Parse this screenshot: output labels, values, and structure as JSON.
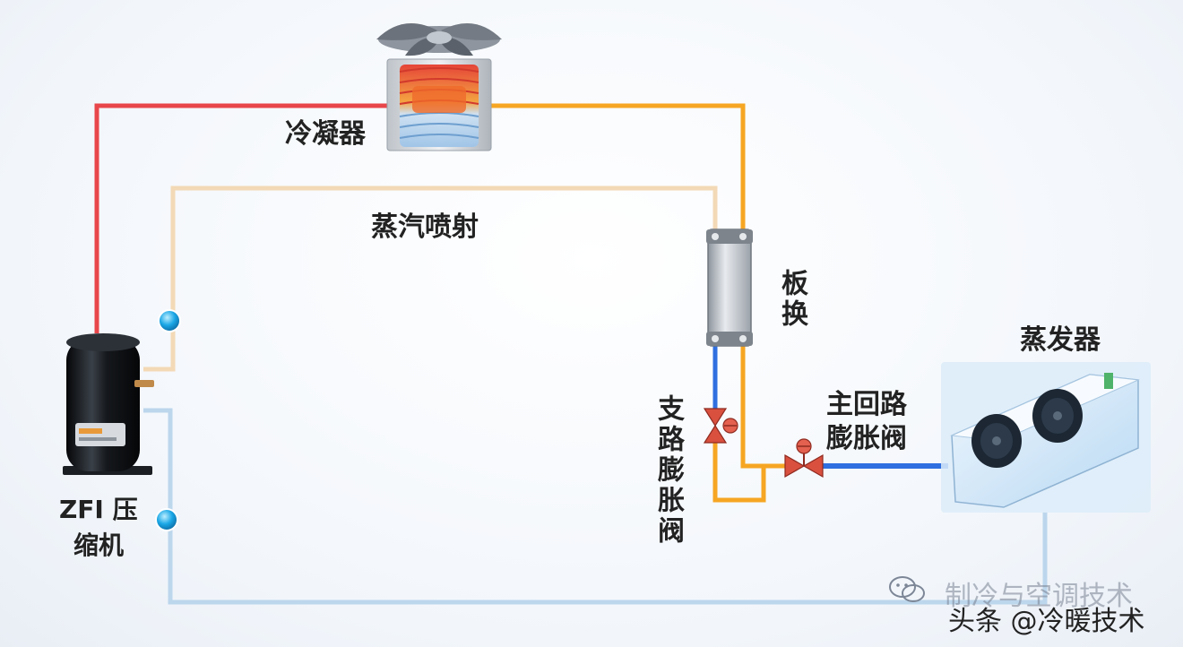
{
  "labels": {
    "condenser": "冷凝器",
    "steam_injection": "蒸汽喷射",
    "plate_exchanger": "板换",
    "evaporator": "蒸发器",
    "main_valve_line1": "主回路",
    "main_valve_line2": "膨胀阀",
    "branch_valve": "支路膨胀阀",
    "compressor_line1": "ZFI 压",
    "compressor_line2": "缩机"
  },
  "watermark": {
    "line1": "制冷与空调技术",
    "line2": "头条 @冷暖技术"
  },
  "colors": {
    "discharge_line": "#e8464a",
    "liquid_line": "#f6a623",
    "injection_line": "#f3d9b6",
    "suction_line": "#bcd6ec",
    "expanded_line": "#2f6fe0",
    "sensor": "#1aa7e6",
    "valve": "#d9503f"
  },
  "icons": {
    "condenser": "condenser-fan-coil-icon",
    "compressor": "scroll-compressor-icon",
    "plate_exchanger": "plate-heat-exchanger-icon",
    "evaporator": "evaporator-unit-icon",
    "valve": "expansion-valve-icon",
    "sensor": "temperature-sensor-icon",
    "watermark": "wechat-logo-icon"
  }
}
